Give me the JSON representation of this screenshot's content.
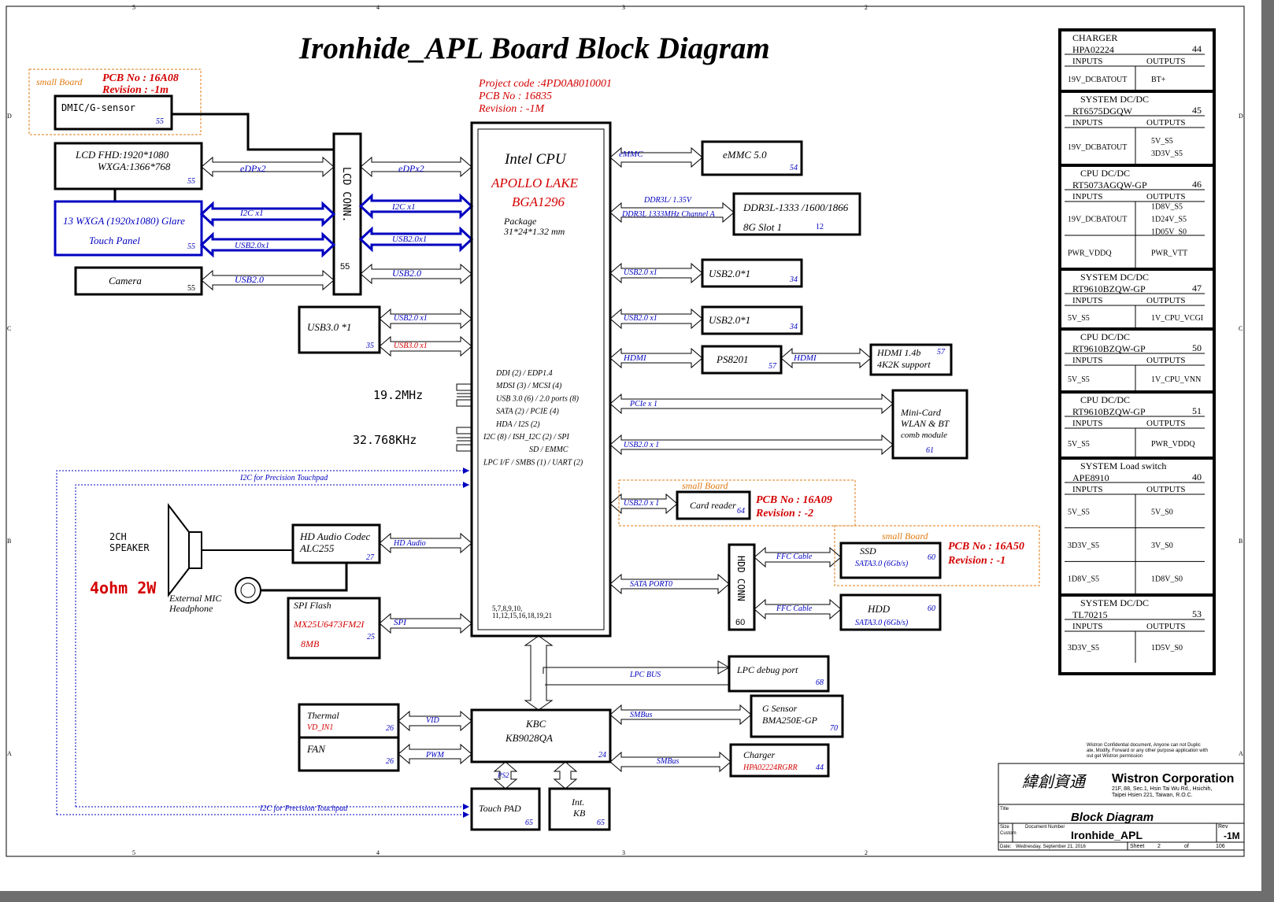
{
  "title": "Ironhide_APL  Board Block Diagram",
  "colors": {
    "blue": "#0000c0",
    "red": "#d40000",
    "orange": "#e07a10",
    "black": "#000000",
    "purple": "#7a3fa8"
  },
  "project": {
    "code": "Project code :4PD0A8010001",
    "pcb": "PCB No      : 16835",
    "rev": "Revision     :   -1M"
  },
  "small_board_1": {
    "label": "small  Board",
    "pcb": "PCB  No : 16A08",
    "rev": "Revision : -1m"
  },
  "dmic": {
    "label": "DMIC/G-sensor",
    "page": "55"
  },
  "lcd": {
    "line1": "LCD FHD:1920*1080",
    "line2": "WXGA:1366*768",
    "page": "55"
  },
  "touch": {
    "line1": "13 WXGA (1920x1080) Glare",
    "line2": "Touch  Panel",
    "page": "55"
  },
  "camera": {
    "label": "Camera",
    "page": "55"
  },
  "lcd_conn": {
    "label": "LCD  CONN.",
    "page": "55"
  },
  "usb30": {
    "label": "USB3.0 *1",
    "page": "35"
  },
  "cpu": {
    "l1": "Intel CPU",
    "l2": "APOLLO LAKE",
    "l3": "BGA1296",
    "l4": "Package",
    "l5": "31*24*1.32 mm",
    "features": [
      "DDI (2) / EDP1.4",
      "MDSI (3) / MCSI (4)",
      "USB 3.0 (6) / 2.0 ports (8)",
      "SATA (2) / PCIE (4)",
      "HDA / I2S (2)",
      "I2C (8) / ISH_I2C (2) / SPI",
      "SD / EMMC",
      "LPC I/F / SMBS (1) / UART (2)"
    ],
    "pages1": "5,7,8,9,10,",
    "pages2": "11,12,15,16,18,19,21"
  },
  "emmc": {
    "label": "eMMC 5.0",
    "page": "54",
    "bus": "eMMC"
  },
  "ddr": {
    "label": "DDR3L-1333 /1600/1866",
    "slot": "8G Slot 1",
    "page": "12",
    "bus1": "DDR3L/ 1.35V",
    "bus2": "DDR3L 1333MHz Channel A"
  },
  "usb_r1": {
    "label": "USB2.0*1",
    "page": "34",
    "bus": "USB2.0 x1"
  },
  "usb_r2": {
    "label": "USB2.0*1",
    "page": "34",
    "bus": "USB2.0 x1"
  },
  "ps8201": {
    "label": "PS8201",
    "page": "57",
    "bus_in": "HDMI",
    "bus_out": "HDMI"
  },
  "hdmi": {
    "line1": "HDMI 1.4b",
    "line2": "4K2K support",
    "page": "57"
  },
  "minicard": {
    "line1": "Mini-Card",
    "line2": "WLAN & BT",
    "line3": "comb module",
    "page": "61",
    "bus1": "PCIe x 1",
    "bus2": "USB2.0 x 1"
  },
  "xtal1": {
    "label": "19.2MHz"
  },
  "xtal2": {
    "label": "32.768KHz"
  },
  "i2c_tp_top": "I2C  for Precision Touchpad",
  "i2c_tp_bot": "I2C  for Precision Touchpad",
  "small_board_2": {
    "label": "small  Board",
    "pcb": "PCB   No  : 16A09",
    "rev": "Revision :  -2"
  },
  "cardreader": {
    "label": "Card reader",
    "page": "64",
    "bus": "USB2.0 x 1"
  },
  "small_board_3": {
    "label": "small  Board",
    "pcb": "PCB   No  : 16A50",
    "rev": "Revision : -1"
  },
  "speaker": {
    "l1": "2CH",
    "l2": "SPEAKER",
    "spec": "4ohm  2W"
  },
  "mic": {
    "l1": "External MIC",
    "l2": "Headphone"
  },
  "audio": {
    "l1": "HD Audio Codec",
    "l2": "ALC255",
    "page": "27",
    "bus": "HD Audio"
  },
  "spi": {
    "l1": "SPI Flash",
    "l2": "MX25U6473FM2I",
    "l3": "8MB",
    "page": "25",
    "bus": "SPI"
  },
  "usb30_bus1": "USB2.0 x1",
  "usb30_bus2": "USB3.0 x1",
  "hdd_conn": {
    "label": "HDD  CONN",
    "page": "60",
    "bus": "SATA PORT0"
  },
  "ssd": {
    "label": "SSD",
    "sub": "SATA3.0 (6Gb/s)",
    "page": "60",
    "bus": "FFC Cable"
  },
  "hdd": {
    "label": "HDD",
    "sub": "SATA3.0 (6Gb/s)",
    "page": "60",
    "bus": "FFC Cable"
  },
  "lpc": {
    "label": "LPC debug  port",
    "page": "68",
    "bus": "LPC BUS"
  },
  "gsensor": {
    "l1": "G Sensor",
    "l2": "BMA250E-GP",
    "page": "70",
    "bus": "SMBus"
  },
  "charger": {
    "l1": "Charger",
    "l2": "HPA02224RGRR",
    "page": "44",
    "bus": "SMBus"
  },
  "thermal": {
    "l1": "Thermal",
    "l2": "VD_IN1",
    "page": "26",
    "bus": "VID"
  },
  "fan": {
    "label": "FAN",
    "page": "26",
    "bus": "PWM"
  },
  "kbc": {
    "l1": "KBC",
    "l2": "KB9028QA",
    "page": "24"
  },
  "touchpad": {
    "label": "Touch  PAD",
    "page": "65",
    "bus": "PS2"
  },
  "intkb": {
    "l1": "Int.",
    "l2": "KB",
    "page": "65"
  },
  "lcd_buses": {
    "edp_l": "eDPx2",
    "edp_r": "eDPx2",
    "i2c_l": "I2C x1",
    "i2c_r": "I2C x1",
    "usb_l": "USB2.0x1",
    "usb_r": "USB2.0x1",
    "cam_l": "USB2.0",
    "cam_r": "USB2.0"
  },
  "power_table": [
    {
      "t1": "CHARGER",
      "t2": "HPA02224",
      "page": "44",
      "in_h": "INPUTS",
      "out_h": "OUTPUTS",
      "rows": [
        {
          "i": "19V_DCBATOUT",
          "o": "BT+"
        }
      ]
    },
    {
      "t1": "SYSTEM DC/DC",
      "t2": "RT6575DGQW",
      "page": "45",
      "in_h": "INPUTS",
      "out_h": "OUTPUTS",
      "rows": [
        {
          "i": "19V_DCBATOUT",
          "o": "5V_S5\n3D3V_S5"
        }
      ]
    },
    {
      "t1": "CPU DC/DC",
      "t2": "RT5073AGQW-GP",
      "page": "46",
      "in_h": "INPUTS",
      "out_h": "OUTPUTS",
      "rows": [
        {
          "i": "19V_DCBATOUT",
          "o": "1D8V_S5\n1D24V_S5\n1D05V_S0"
        },
        {
          "i": "PWR_VDDQ",
          "o": "PWR_VTT"
        }
      ]
    },
    {
      "t1": "SYSTEM DC/DC",
      "t2": "RT9610BZQW-GP",
      "page": "47",
      "in_h": "INPUTS",
      "out_h": "OUTPUTS",
      "rows": [
        {
          "i": "5V_S5",
          "o": "1V_CPU_VCGI"
        }
      ]
    },
    {
      "t1": "CPU DC/DC",
      "t2": "RT9610BZQW-GP",
      "page": "50",
      "in_h": "INPUTS",
      "out_h": "OUTPUTS",
      "rows": [
        {
          "i": "5V_S5",
          "o": "1V_CPU_VNN"
        }
      ]
    },
    {
      "t1": "CPU DC/DC",
      "t2": "RT9610BZQW-GP",
      "page": "51",
      "in_h": "INPUTS",
      "out_h": "OUTPUTS",
      "rows": [
        {
          "i": "5V_S5",
          "o": "PWR_VDDQ"
        }
      ]
    },
    {
      "t1": "SYSTEM Load switch",
      "t2": "APE8910",
      "page": "40",
      "in_h": "INPUTS",
      "out_h": "OUTPUTS",
      "rows": [
        {
          "i": "5V_S5",
          "o": "5V_S0"
        },
        {
          "i": "3D3V_S5",
          "o": "3V_S0"
        },
        {
          "i": "1D8V_S5",
          "o": "1D8V_S0"
        }
      ]
    },
    {
      "t1": "SYSTEM DC/DC",
      "t2": "TL70215",
      "page": "53",
      "in_h": "INPUTS",
      "out_h": "OUTPUTS",
      "rows": [
        {
          "i": "3D3V_S5",
          "o": "1D5V_S0"
        }
      ]
    }
  ],
  "titleblock": {
    "confidential": "Wistron Confidential document, Anyone can not Duplicate, Modify, Forward or any other purpose application without get Wistron permission",
    "chinese": "緯創資通",
    "company": "Wistron Corporation",
    "addr1": "21F, 88, Sec.1, Hsin Tai Wu Rd., Hsichih,",
    "addr2": "Taipei Hsien 221, Taiwan, R.O.C.",
    "title_lbl": "Title",
    "title": "Block Diagram",
    "size_lbl": "Size",
    "size": "Custom",
    "doc_lbl": "Document  Number",
    "doc": "Ironhide_APL",
    "rev_lbl": "Rev",
    "rev": "-1M",
    "date_lbl": "Date:",
    "date": "Wednesday, September 21, 2016",
    "sheet_lbl": "Sheet",
    "sheet": "2",
    "of": "of",
    "total": "106"
  },
  "border": {
    "top": [
      "5",
      "4",
      "3",
      "2"
    ],
    "bottom": [
      "5",
      "4",
      "3",
      "2"
    ],
    "left": [
      "D",
      "C",
      "B",
      "A"
    ],
    "right": [
      "D",
      "C",
      "B",
      "A"
    ]
  }
}
